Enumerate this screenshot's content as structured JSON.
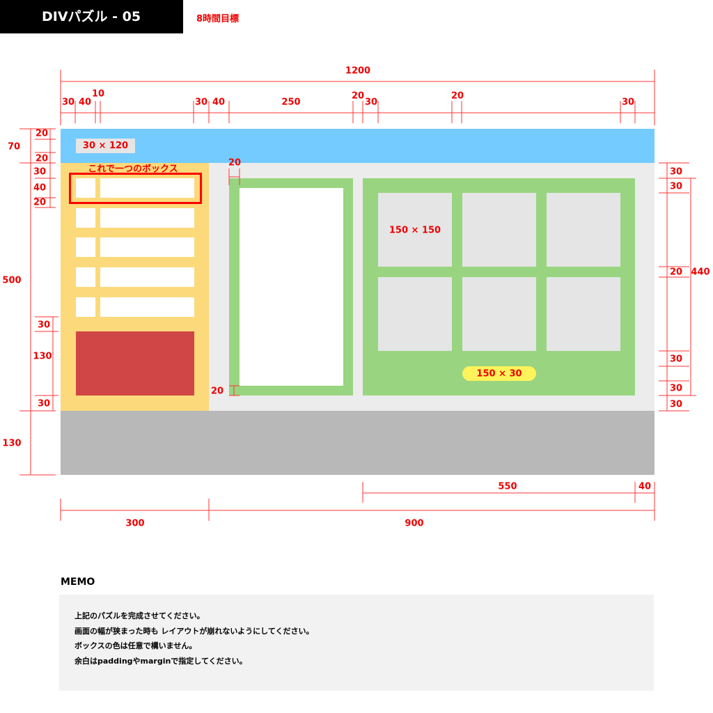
{
  "title": "DIVパズル - 05",
  "goal": "8時間目標",
  "labels": {
    "header_box": "30 × 120",
    "one_box": "これで一つのボックス",
    "tile": "150 × 150",
    "pill": "150 × 30"
  },
  "dims": {
    "top_total": "1200",
    "t1": "30",
    "t2": "40",
    "t3": "10",
    "t4": "30",
    "t5": "40",
    "t6": "250",
    "t7": "20",
    "t8": "30",
    "t9": "20",
    "t10": "30",
    "l1": "20",
    "l2": "70",
    "l3": "20",
    "l4": "30",
    "l5": "40",
    "l6": "20",
    "l7": "500",
    "l8": "30",
    "l9": "130",
    "l10": "30",
    "l11": "130",
    "r1": "30",
    "r2": "30",
    "r3": "440",
    "r4": "20",
    "r5": "30",
    "r6": "30",
    "r7": "30",
    "i1": "20",
    "i2": "20",
    "b1": "550",
    "b2": "40",
    "b3": "300",
    "b4": "900"
  },
  "memo": {
    "heading": "MEMO",
    "lines": [
      "上記のパズルを完成させてください。",
      "画面の幅が狭まった時も レイアウトが崩れないようにしてください。",
      "ボックスの色は任意で構いません。",
      "余白はpaddingやmarginで指定してください。"
    ]
  },
  "colors": {
    "header": "#73cbff",
    "sidebar": "#fcd97a",
    "main": "#ececec",
    "green": "#99d580",
    "red": "#d04545",
    "footer": "#b8b8b8",
    "pill": "#fef35a"
  }
}
